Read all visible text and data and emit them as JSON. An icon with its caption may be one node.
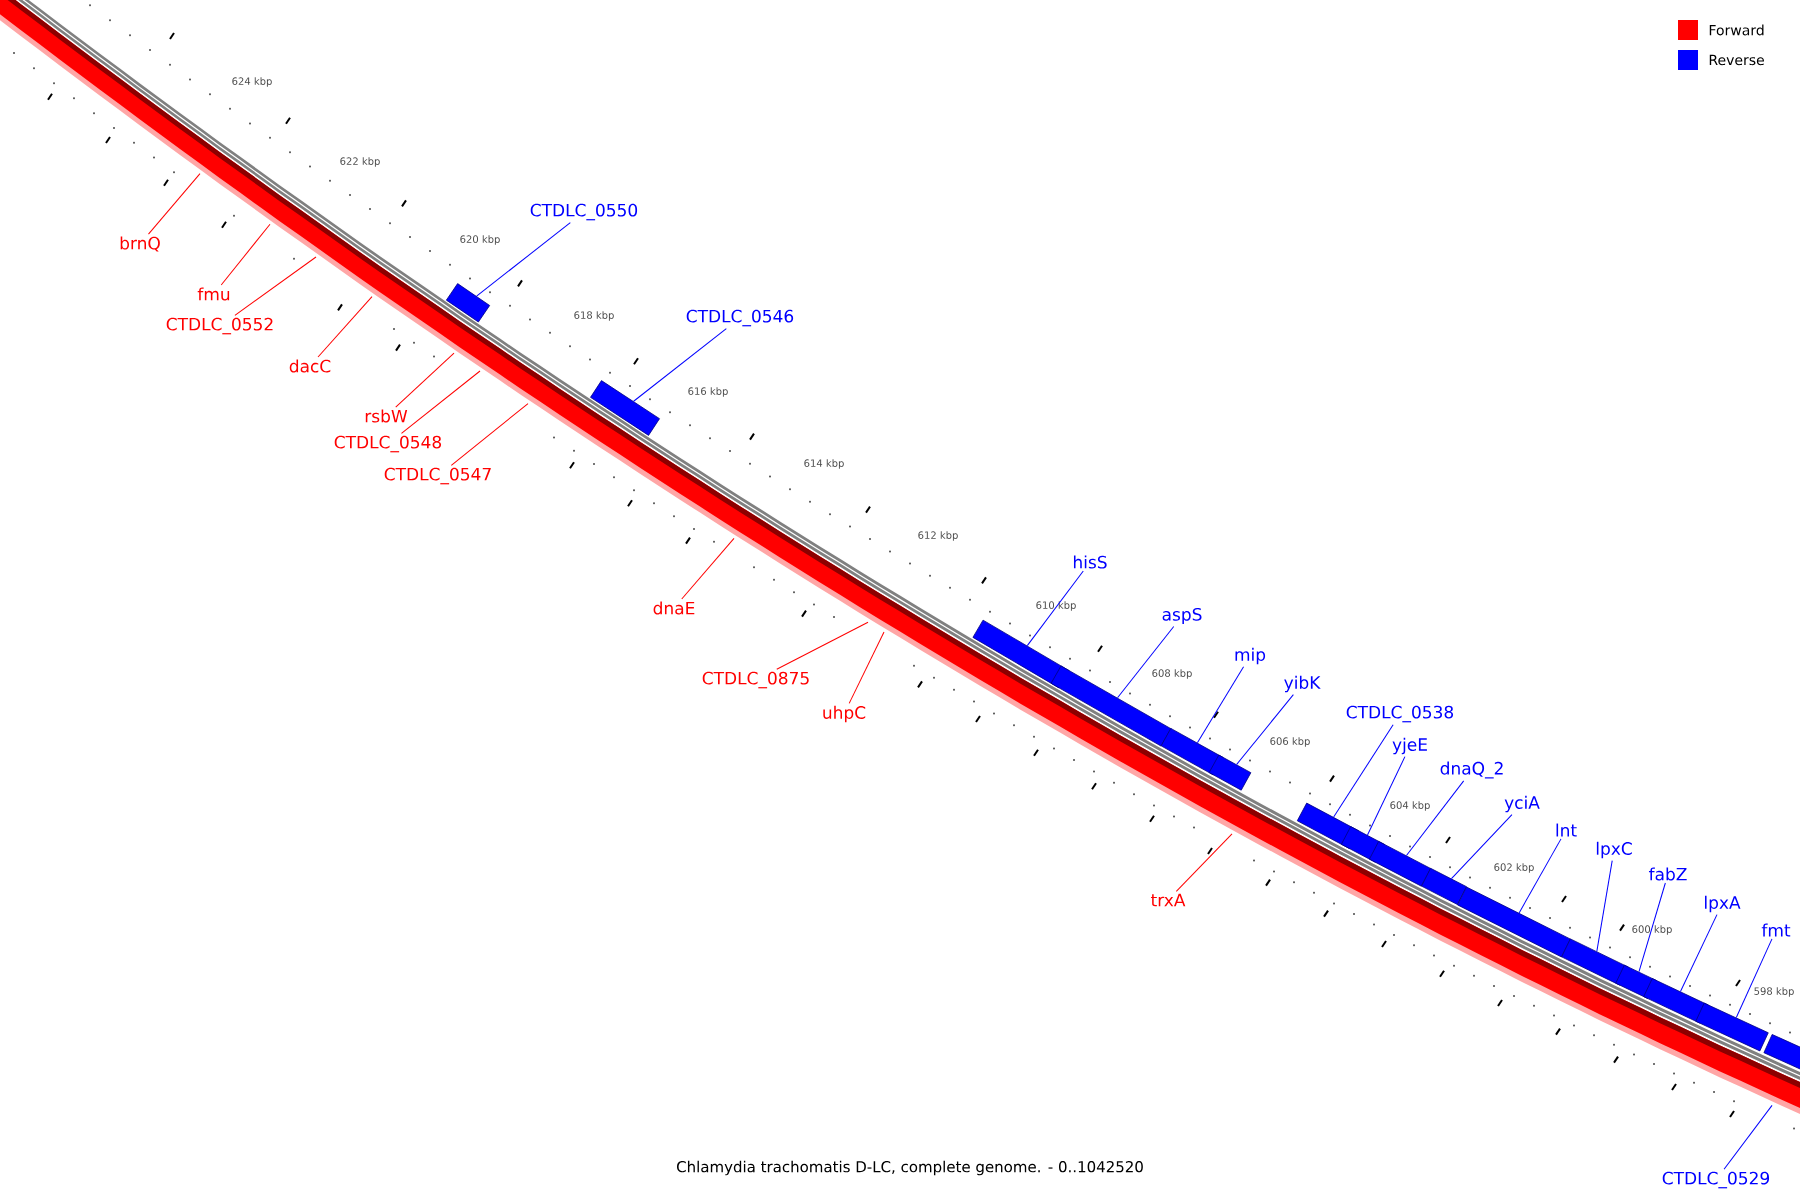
{
  "diagram": {
    "caption": "Chlamydia trachomatis D-LC, complete genome. - 0..1042520",
    "nodes": [
      {
        "text": [],
        "shape": "box"
      },
      {
        "text": [],
        "shape": "box"
      },
      {
        "text": [],
        "shape": "box"
      },
      {
        "text": [],
        "shape": "box"
      },
      {
        "text": [],
        "shape": "box"
      },
      {
        "text": [],
        "shape": "box"
      },
      {
        "text": [],
        "shape": "box"
      },
      {
        "text": [],
        "shape": "box"
      },
      {
        "text": [],
        "shape": "box"
      },
      {
        "text": [],
        "shape": "box"
      },
      {
        "text": [],
        "shape": "box"
      },
      {
        "text": [],
        "shape": "box"
      },
      {
        "text": [],
        "shape": "box"
      },
      {
        "text": [],
        "shape": "box"
      },
      {
        "text": [],
        "shape": "box"
      },
      {
        "text": [],
        "shape": "box"
      },
      {
        "text": [
          "brnQ"
        ]
      },
      {
        "text": [
          "fmu"
        ]
      },
      {
        "text": [
          "CTDLC_0552"
        ]
      },
      {
        "text": [
          "dacC"
        ]
      },
      {
        "text": [
          "rsbW"
        ]
      },
      {
        "text": [
          "CTDLC_0548"
        ]
      },
      {
        "text": [
          "CTDLC_0547"
        ]
      },
      {
        "text": [
          "CTDLC_0550"
        ]
      },
      {
        "text": [
          "CTDLC_0546"
        ]
      },
      {
        "text": [
          "dnaE"
        ]
      },
      {
        "text": [
          "CTDLC_0875"
        ]
      },
      {
        "text": [
          "uhpC"
        ]
      },
      {
        "text": [
          "hisS"
        ]
      },
      {
        "text": [
          "aspS"
        ]
      },
      {
        "text": [
          "mip"
        ]
      },
      {
        "text": [
          "yibK"
        ]
      },
      {
        "text": [
          "trxA"
        ]
      },
      {
        "text": [
          "CTDLC_0538"
        ]
      },
      {
        "text": [
          "yjeE"
        ]
      },
      {
        "text": [
          "dnaQ_2"
        ]
      },
      {
        "text": [
          "yciA"
        ]
      },
      {
        "text": [
          "lnt"
        ]
      },
      {
        "text": [
          "lpxC"
        ]
      },
      {
        "text": [
          "fabZ"
        ]
      },
      {
        "text": [
          "lpxA"
        ]
      },
      {
        "text": [
          "fmt"
        ]
      },
      {
        "text": [
          "CTDLC_0529"
        ]
      }
    ],
    "edges": [
      {
        "from": 16,
        "to": null,
        "arrow": "none",
        "color": "#ff0000"
      },
      {
        "from": 17,
        "to": null,
        "arrow": "none",
        "color": "#ff0000"
      },
      {
        "from": 18,
        "to": null,
        "arrow": "none",
        "color": "#ff0000"
      },
      {
        "from": 19,
        "to": null,
        "arrow": "none",
        "color": "#ff0000"
      },
      {
        "from": 20,
        "to": null,
        "arrow": "none",
        "color": "#ff0000"
      },
      {
        "from": 21,
        "to": null,
        "arrow": "none",
        "color": "#ff0000"
      },
      {
        "from": 22,
        "to": null,
        "arrow": "none",
        "color": "#ff0000"
      },
      {
        "from": 23,
        "to": 0,
        "arrow": "none"
      },
      {
        "from": 24,
        "to": 1,
        "arrow": "none"
      },
      {
        "from": 25,
        "to": null,
        "arrow": "none",
        "color": "#ff0000"
      },
      {
        "from": 26,
        "to": null,
        "arrow": "none",
        "color": "#ff0000"
      },
      {
        "from": 27,
        "to": null,
        "arrow": "none",
        "color": "#ff0000"
      },
      {
        "from": 28,
        "to": 2,
        "arrow": "none"
      },
      {
        "from": 29,
        "to": 3,
        "arrow": "none"
      },
      {
        "from": 30,
        "to": 4,
        "arrow": "none"
      },
      {
        "from": 31,
        "to": 5,
        "arrow": "none"
      },
      {
        "from": 32,
        "to": null,
        "arrow": "none",
        "color": "#ff0000"
      },
      {
        "from": 33,
        "to": 6,
        "arrow": "none"
      },
      {
        "from": 34,
        "to": 7,
        "arrow": "none"
      },
      {
        "from": 35,
        "to": 8,
        "arrow": "none"
      },
      {
        "from": 36,
        "to": 9,
        "arrow": "none"
      },
      {
        "from": 37,
        "to": 10,
        "arrow": "none"
      },
      {
        "from": 38,
        "to": 11,
        "arrow": "none"
      },
      {
        "from": 39,
        "to": 12,
        "arrow": "none"
      },
      {
        "from": 40,
        "to": 13,
        "arrow": "none"
      },
      {
        "from": 41,
        "to": 14,
        "arrow": "none"
      },
      {
        "from": 42,
        "to": null,
        "arrow": "none"
      }
    ],
    "labels": [
      "624 kbp",
      "622 kbp",
      "620 kbp",
      "618 kbp",
      "616 kbp",
      "614 kbp",
      "612 kbp",
      "610 kbp",
      "608 kbp",
      "606 kbp",
      "604 kbp",
      "602 kbp",
      "600 kbp",
      "598 kbp"
    ],
    "legend": [
      {
        "text": "Forward",
        "color": "#ff0000"
      },
      {
        "text": "Reverse",
        "color": "#0000ff"
      }
    ]
  }
}
